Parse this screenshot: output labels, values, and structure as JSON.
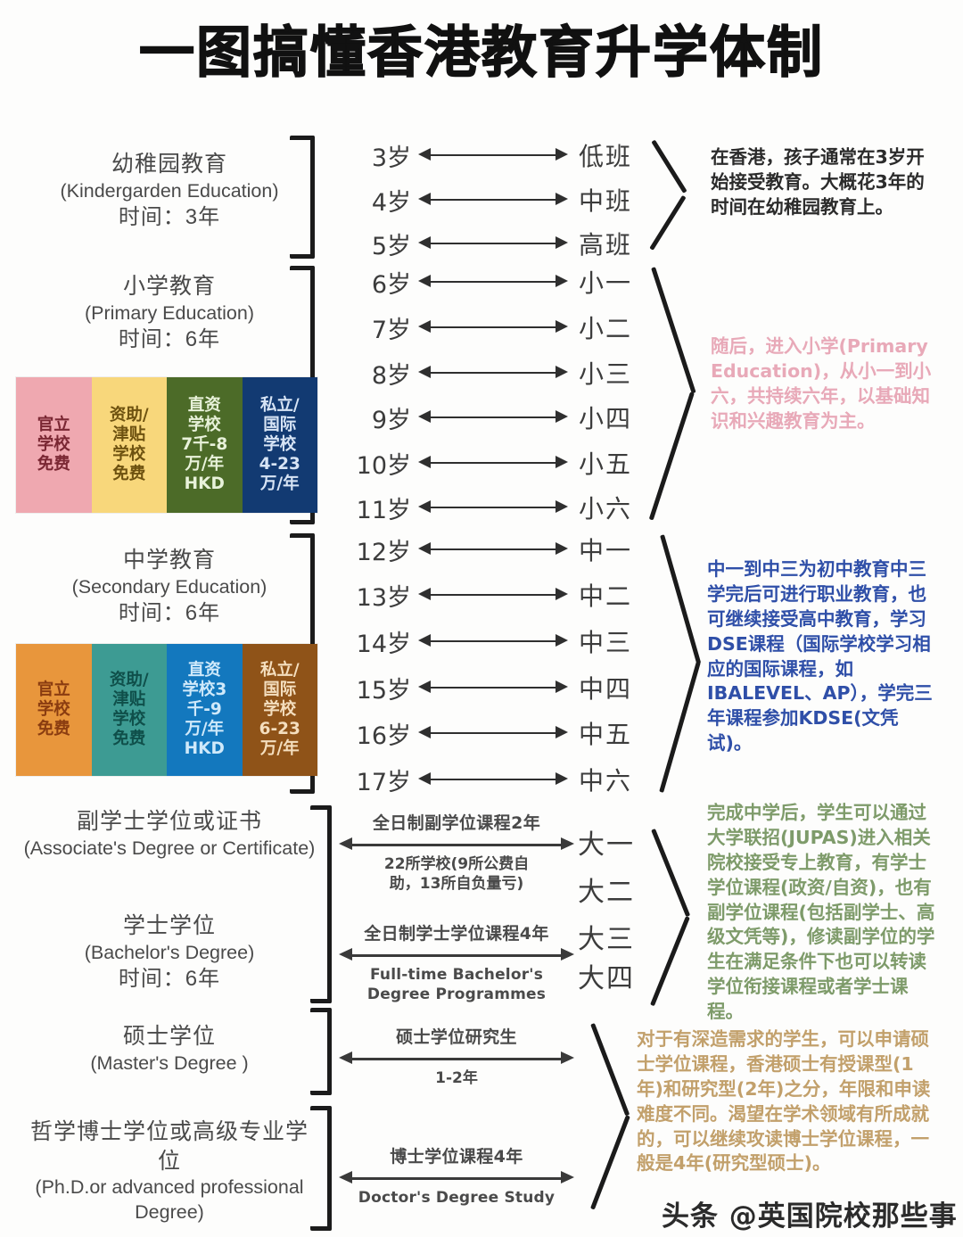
{
  "title": "一图搞懂香港教育升学体制",
  "watermark": "头条 @英国院校那些事",
  "colors": {
    "primary_official": "#EFA8B0",
    "primary_subsidized": "#F8D77B",
    "primary_dss": "#4C6B28",
    "primary_private": "#123A72",
    "secondary_official": "#E8963C",
    "secondary_subsidized": "#3D9B93",
    "secondary_dss": "#1378BE",
    "secondary_private": "#8F5318",
    "note_kindergarten": "#2b2b2b",
    "note_primary": "#E8A9B8",
    "note_secondary": "#2F4FA8",
    "note_tertiary": "#7E9B6A",
    "note_postgrad": "#C2A06B"
  },
  "stages": [
    {
      "cn": "幼稚园教育",
      "en": "(Kindergarden Education)",
      "duration": "时间：3年"
    },
    {
      "cn": "小学教育",
      "en": "(Primary Education)",
      "duration": "时间：6年"
    },
    {
      "cn": "中学教育",
      "en": "(Secondary Education)",
      "duration": "时间：6年"
    },
    {
      "cn": "副学士学位或证书",
      "en": "(Associate's Degree or Certificate)"
    },
    {
      "cn": "学士学位",
      "en": "(Bachelor's Degree)",
      "duration": "时间：6年"
    },
    {
      "cn": "硕士学位",
      "en": "(Master's Degree )"
    },
    {
      "cn": "哲学博士学位或高级专业学位",
      "en": "(Ph.D.or advanced professional Degree)"
    }
  ],
  "primary_school_types": [
    {
      "lines": [
        "官立",
        "学校",
        "免费"
      ],
      "bg": "#EFA8B0",
      "fg": "#7A2733"
    },
    {
      "lines": [
        "资助/",
        "津贴",
        "学校",
        "免费"
      ],
      "bg": "#F8D77B",
      "fg": "#6E5210"
    },
    {
      "lines": [
        "直资",
        "学校",
        "7千-8",
        "万/年",
        "HKD"
      ],
      "bg": "#4C6B28",
      "fg": "#E8F2DA"
    },
    {
      "lines": [
        "私立/",
        "国际",
        "学校",
        "4-23",
        "万/年"
      ],
      "bg": "#123A72",
      "fg": "#D7E4F5"
    }
  ],
  "secondary_school_types": [
    {
      "lines": [
        "官立",
        "学校",
        "免费"
      ],
      "bg": "#E8963C",
      "fg": "#8A3C10"
    },
    {
      "lines": [
        "资助/",
        "津贴",
        "学校",
        "免费"
      ],
      "bg": "#3D9B93",
      "fg": "#0F4F4A"
    },
    {
      "lines": [
        "直资",
        "学校3",
        "千-9",
        "万/年",
        "HKD"
      ],
      "bg": "#1378BE",
      "fg": "#CFE9FA"
    },
    {
      "lines": [
        "私立/",
        "国际",
        "学校",
        "6-23",
        "万/年"
      ],
      "bg": "#8F5318",
      "fg": "#F4DEBE"
    }
  ],
  "kindergarten_rows": [
    {
      "age": "3岁",
      "grade": "低班"
    },
    {
      "age": "4岁",
      "grade": "中班"
    },
    {
      "age": "5岁",
      "grade": "高班"
    }
  ],
  "primary_rows": [
    {
      "age": "6岁",
      "grade": "小一"
    },
    {
      "age": "7岁",
      "grade": "小二"
    },
    {
      "age": "8岁",
      "grade": "小三"
    },
    {
      "age": "9岁",
      "grade": "小四"
    },
    {
      "age": "10岁",
      "grade": "小五"
    },
    {
      "age": "11岁",
      "grade": "小六"
    }
  ],
  "secondary_rows": [
    {
      "age": "12岁",
      "grade": "中一"
    },
    {
      "age": "13岁",
      "grade": "中二"
    },
    {
      "age": "14岁",
      "grade": "中三"
    },
    {
      "age": "15岁",
      "grade": "中四"
    },
    {
      "age": "16岁",
      "grade": "中五"
    },
    {
      "age": "17岁",
      "grade": "中六"
    }
  ],
  "university_years": [
    "大一",
    "大二",
    "大三",
    "大四"
  ],
  "program_arrows": [
    {
      "caption": "全日制副学位课程2年",
      "sub_line1": "22所学校(9所公费自",
      "sub_line2": "助，13所自负量亏)"
    },
    {
      "caption": "全日制学士学位课程4年",
      "sub_line1": "Full-time Bachelor's",
      "sub_line2": "Degree Programmes"
    },
    {
      "caption": "硕士学位研究生",
      "sub_line1": "1-2年",
      "sub_line2": ""
    },
    {
      "caption": "博士学位课程4年",
      "sub_line1": "Doctor's Degree Study",
      "sub_line2": ""
    }
  ],
  "notes": [
    {
      "id": "kindergarten",
      "color": "#2b2b2b",
      "text": "在香港，孩子通常在3岁开始接受教育。大概花3年的时间在幼稚园教育上。"
    },
    {
      "id": "primary",
      "color": "#E8A9B8",
      "text": "随后，进入小学(Primary Education)，从小一到小六，共持续六年，以基础知识和兴趣教育为主。"
    },
    {
      "id": "secondary",
      "color": "#2F4FA8",
      "text": "中一到中三为初中教育中三学完后可进行职业教育，也可继续接受高中教育，学习DSE课程（国际学校学习相应的国际课程，如IBALEVEL、AP），学完三年课程参加KDSE(文凭试)。"
    },
    {
      "id": "tertiary",
      "color": "#7E9B6A",
      "text": "完成中学后，学生可以通过大学联招(JUPAS)进入相关院校接受专上教育，有学士学位课程(政资/自资)，也有副学位课程(包括副学士、高级文凭等)，修读副学位的学生在满足条件下也可以转读学位衔接课程或者学士课程。"
    },
    {
      "id": "postgrad",
      "color": "#C2A06B",
      "text": "对于有深造需求的学生，可以申请硕士学位课程，香港硕士有授课型(1年)和研究型(2年)之分，年限和申读难度不同。渴望在学术领域有所成就的，可以继续攻读博士学位课程，一般是4年(研究型硕士)。"
    }
  ]
}
